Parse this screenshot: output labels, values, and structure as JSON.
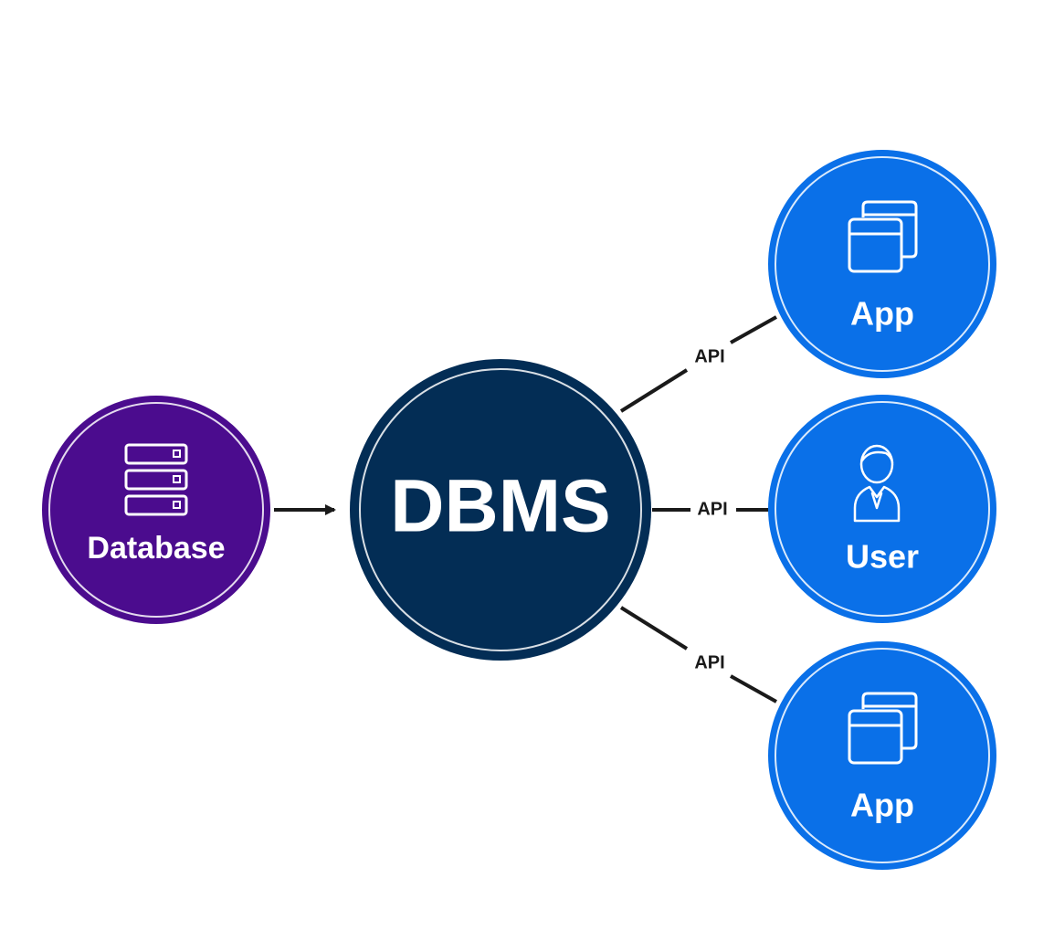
{
  "colors": {
    "database": "#4b0c8e",
    "dbms": "#032d55",
    "client": "#0a70e8",
    "connector": "#1a1a1a",
    "inner_ring": "#ffffff"
  },
  "nodes": {
    "database": {
      "label": "Database",
      "icon": "server-stack-icon"
    },
    "dbms": {
      "label": "DBMS"
    },
    "app_top": {
      "label": "App",
      "icon": "app-windows-icon"
    },
    "user": {
      "label": "User",
      "icon": "user-icon"
    },
    "app_bottom": {
      "label": "App",
      "icon": "app-windows-icon"
    }
  },
  "connections": [
    {
      "from": "database",
      "to": "dbms",
      "label": ""
    },
    {
      "from": "dbms",
      "to": "app_top",
      "label": "API"
    },
    {
      "from": "dbms",
      "to": "user",
      "label": "API"
    },
    {
      "from": "dbms",
      "to": "app_bottom",
      "label": "API"
    }
  ]
}
